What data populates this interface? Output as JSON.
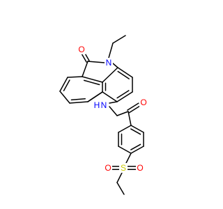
{
  "molecule": {
    "atom_colors": {
      "O": "#ff0000",
      "N": "#0000ff",
      "S": "#cccc00",
      "C": "#000000"
    },
    "labels": {
      "carbonyl_o_top": "O",
      "ring_n": "N",
      "amide_nh": "N",
      "amide_h": "H",
      "amide_o": "O",
      "sulfonyl_s": "S",
      "sulfonyl_o_left": "O",
      "sulfonyl_o_right": "O"
    }
  }
}
